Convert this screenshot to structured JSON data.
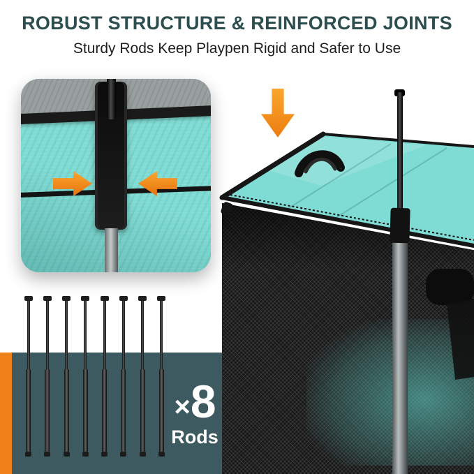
{
  "header": {
    "title": "ROBUST STRUCTURE & REINFORCED JOINTS",
    "subtitle": "Sturdy Rods Keep Playpen Rigid and Safer to Use"
  },
  "rods": {
    "count": 8,
    "times_symbol": "×",
    "count_text": "8",
    "label": "Rods"
  },
  "icons": {
    "down_arrow": "orange-down-arrow-css-shape",
    "arrow_right": "orange-right-arrow-css-shape",
    "arrow_left": "orange-left-arrow-css-shape"
  },
  "colors": {
    "accent_orange": "#F08119",
    "orange_light": "#F9A62E",
    "teal": "#7FDCD4",
    "band": "#3C5A60",
    "title": "#2C4E4E"
  }
}
